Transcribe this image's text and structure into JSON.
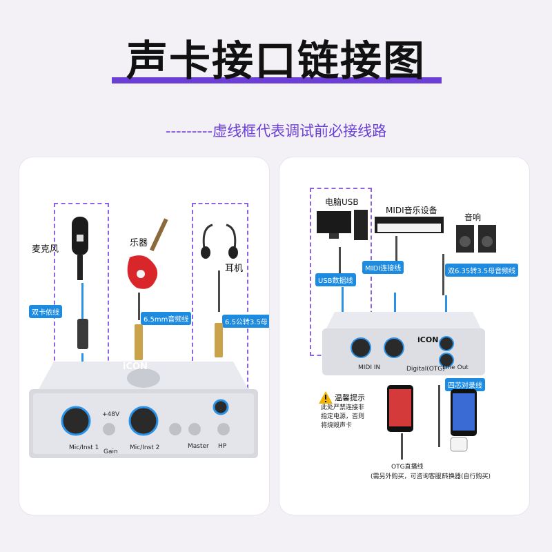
{
  "title": "声卡接口链接图",
  "subtitle": "---------虚线框代表调试前必接线路",
  "left_panel": {
    "mic_label": "麦克风",
    "instrument_label": "乐器",
    "earphone_label": "耳机",
    "tag_dual_xlr": "双卡侬线",
    "tag_65_audio": "6.5mm音频线",
    "tag_65_to_35": "6.5公转3.5母",
    "brand": "iCON",
    "port_mic1": "Mic/Inst 1",
    "port_mic2": "Mic/Inst 2",
    "knob_gain": "Gain",
    "knob_master": "Master",
    "knob_hp": "HP",
    "phantom": "+48V"
  },
  "right_panel": {
    "pc_label": "电脑USB",
    "midi_label": "MIDI音乐设备",
    "speaker_label": "音响",
    "tag_usb": "USB数据线",
    "tag_midi": "MIDI连接线",
    "tag_speaker": "双6.35转3.5母音频线",
    "tag_four_core": "四芯对录线",
    "brand": "iCON",
    "port_midi": "MIDI IN",
    "port_digital": "Digital(OTG)",
    "port_lineout": "Line Out",
    "warning_title": "温馨提示",
    "warning_text_1": "此处严禁连接非",
    "warning_text_2": "指定电源，否则",
    "warning_text_3": "将烧毁声卡",
    "otg_label": "OTG直播线",
    "otg_note": "(需另外购买，可咨询客服)",
    "adapter_label": "转换器(自行购买)"
  },
  "colors": {
    "accent": "#6b3fd6",
    "tag": "#1d8be0",
    "dash": "#8d63e4"
  },
  "icons": [
    "microphone-icon",
    "guitar-icon",
    "earphone-icon",
    "monitor-icon",
    "pc-tower-icon",
    "midi-keyboard-icon",
    "speaker-icon",
    "phone-icon",
    "warning-icon",
    "sound-card-icon"
  ]
}
